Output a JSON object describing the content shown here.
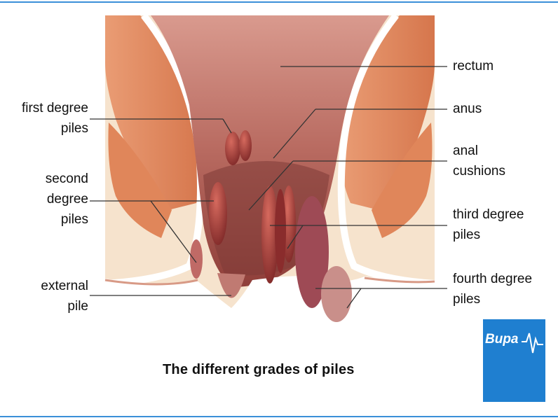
{
  "labels": {
    "rectum": "rectum",
    "anus": "anus",
    "anal_cushions": "anal\ncushions",
    "first_degree": "first degree\npiles",
    "second_degree": "second\ndegree\npiles",
    "third_degree": "third degree\npiles",
    "external": "external\npile",
    "fourth_degree": "fourth degree\npiles"
  },
  "caption": "The different grades of piles",
  "logo": {
    "text": "Bupa",
    "color": "#1f7fd0"
  },
  "colors": {
    "rule": "#3a8fd8",
    "background_panel": "#f6e3cd",
    "muscle": "#e07f4f",
    "tissue": "#b35a55",
    "pile": "#9c3030"
  }
}
